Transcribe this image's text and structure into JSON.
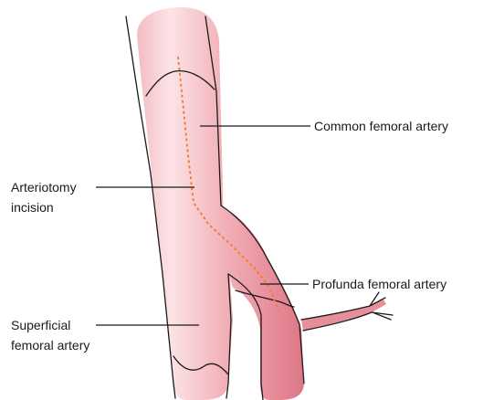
{
  "labels": {
    "common_femoral": "Common femoral artery",
    "arteriotomy_line1": "Arteriotomy",
    "arteriotomy_line2": "incision",
    "profunda": "Profunda femoral artery",
    "superficial_line1": "Superficial",
    "superficial_line2": "femoral artery"
  },
  "colors": {
    "vessel_light": "#fbe0e2",
    "vessel_mid": "#f2b5bc",
    "vessel_dark": "#e17f8c",
    "incision": "#f07a2a",
    "outline": "#1a1a1a"
  }
}
